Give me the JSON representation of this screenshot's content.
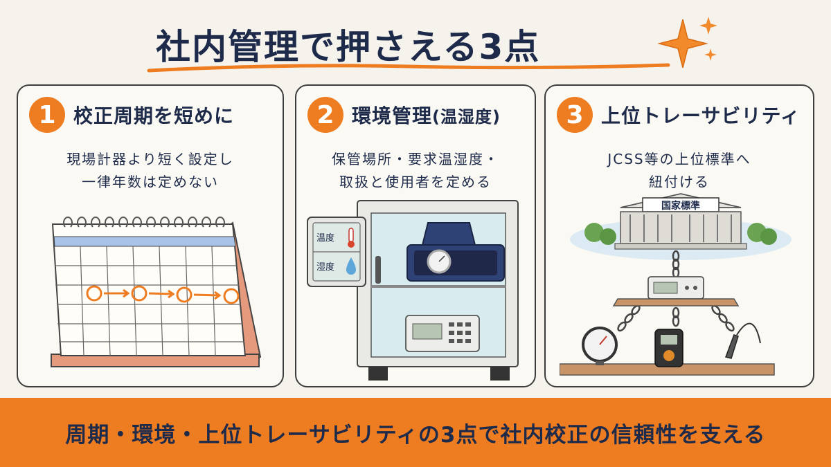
{
  "title": "社内管理で押さえる3点",
  "cards": [
    {
      "number": "1",
      "title": "校正周期を短めに",
      "desc_lines": [
        "現場計器より短く設定し",
        "一律年数は定めない"
      ]
    },
    {
      "number": "2",
      "title": "環境管理",
      "title_paren": "(温湿度)",
      "desc_lines": [
        "保管場所・要求温湿度・",
        "取扱と使用者を定める"
      ],
      "panel_labels": [
        "温度",
        "湿度"
      ]
    },
    {
      "number": "3",
      "title": "上位トレーサビリティ",
      "desc_lines": [
        "JCSS等の上位標準へ",
        "紐付ける"
      ],
      "building_label": "国家標準"
    }
  ],
  "banner": "周期・環境・上位トレーサビリティの3点で社内校正の信頼性を支える",
  "colors": {
    "accent": "#ee7d22",
    "navy": "#1d2a4a",
    "paper": "#f6f3ec"
  },
  "icons": [
    "sparkle-icon",
    "calendar-icon",
    "thermometer-icon",
    "water-drop-icon",
    "cabinet-icon",
    "building-icon",
    "chain-icon",
    "gauge-icon"
  ]
}
